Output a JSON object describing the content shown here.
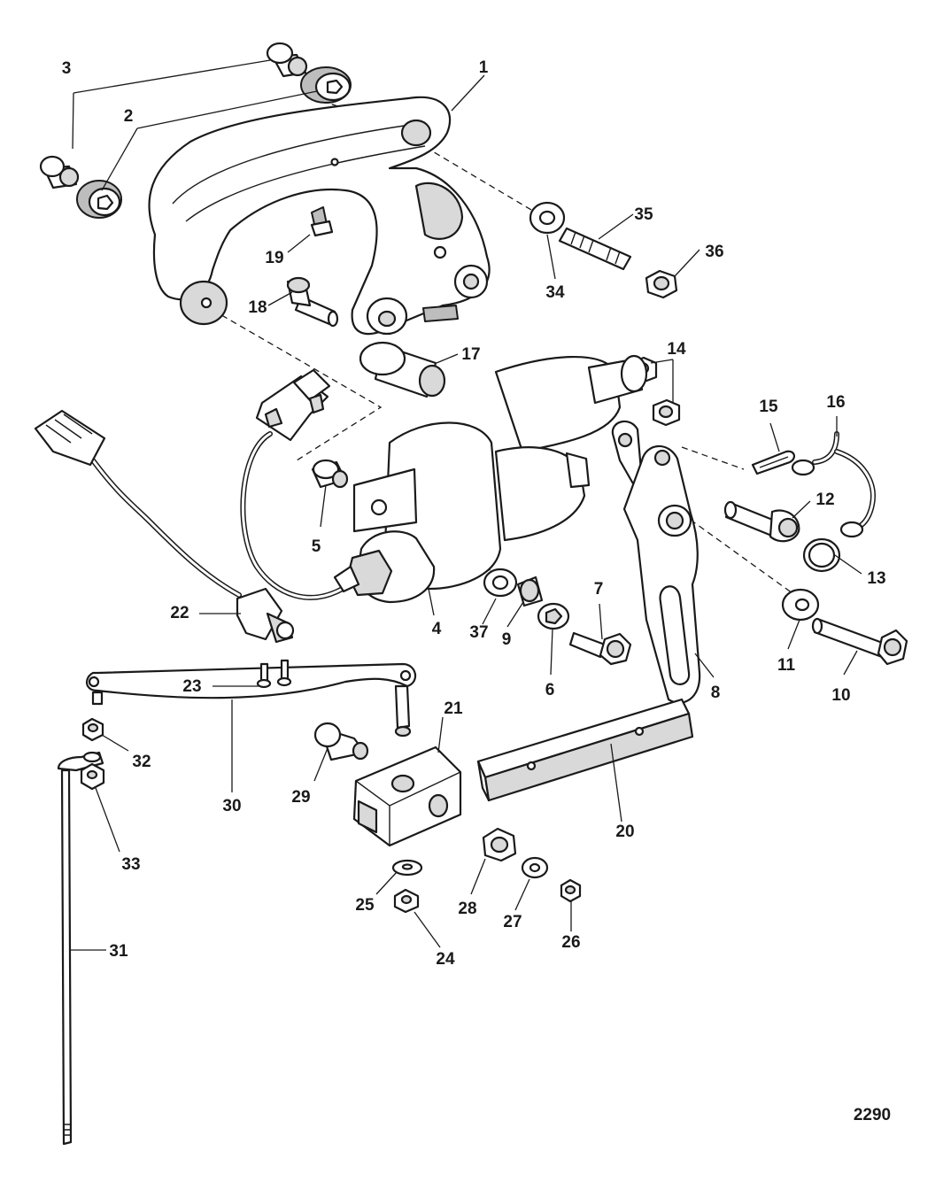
{
  "figure": {
    "number": "2290"
  },
  "callouts": [
    {
      "id": "1",
      "text": "1"
    },
    {
      "id": "2",
      "text": "2"
    },
    {
      "id": "3",
      "text": "3"
    },
    {
      "id": "4",
      "text": "4"
    },
    {
      "id": "5",
      "text": "5"
    },
    {
      "id": "6",
      "text": "6"
    },
    {
      "id": "7",
      "text": "7"
    },
    {
      "id": "8",
      "text": "8"
    },
    {
      "id": "9",
      "text": "9"
    },
    {
      "id": "10",
      "text": "10"
    },
    {
      "id": "11",
      "text": "11"
    },
    {
      "id": "12",
      "text": "12"
    },
    {
      "id": "13",
      "text": "13"
    },
    {
      "id": "14",
      "text": "14"
    },
    {
      "id": "15",
      "text": "15"
    },
    {
      "id": "16",
      "text": "16"
    },
    {
      "id": "17",
      "text": "17"
    },
    {
      "id": "18",
      "text": "18"
    },
    {
      "id": "19",
      "text": "19"
    },
    {
      "id": "20",
      "text": "20"
    },
    {
      "id": "21",
      "text": "21"
    },
    {
      "id": "22",
      "text": "22"
    },
    {
      "id": "23",
      "text": "23"
    },
    {
      "id": "24",
      "text": "24"
    },
    {
      "id": "25",
      "text": "25"
    },
    {
      "id": "26",
      "text": "26"
    },
    {
      "id": "27",
      "text": "27"
    },
    {
      "id": "28",
      "text": "28"
    },
    {
      "id": "29",
      "text": "29"
    },
    {
      "id": "30",
      "text": "30"
    },
    {
      "id": "31",
      "text": "31"
    },
    {
      "id": "32",
      "text": "32"
    },
    {
      "id": "33",
      "text": "33"
    },
    {
      "id": "34",
      "text": "34"
    },
    {
      "id": "35",
      "text": "35"
    },
    {
      "id": "36",
      "text": "36"
    },
    {
      "id": "37",
      "text": "37"
    }
  ]
}
